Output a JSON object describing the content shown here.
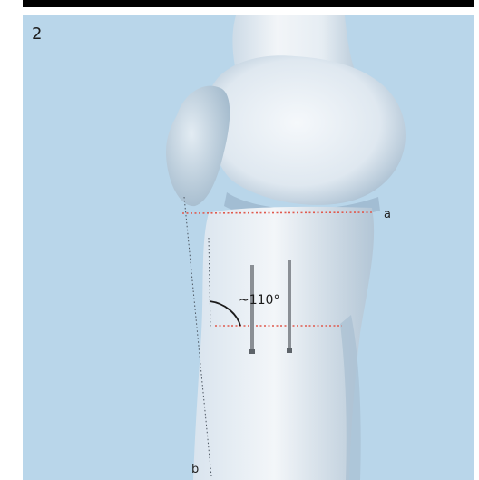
{
  "figure": {
    "step_number": "2",
    "angle_label": "~110°",
    "line_a_label": "a",
    "line_b_label": "b",
    "colors": {
      "background": "#b9d6ea",
      "bone": "#e9eef3",
      "bone_shadow": "#b8cad8",
      "guide_line": "#e05a4e",
      "pin": "#8a8f95"
    },
    "icons": [
      "knee-joint-illustration",
      "guide-pin-icon"
    ]
  }
}
